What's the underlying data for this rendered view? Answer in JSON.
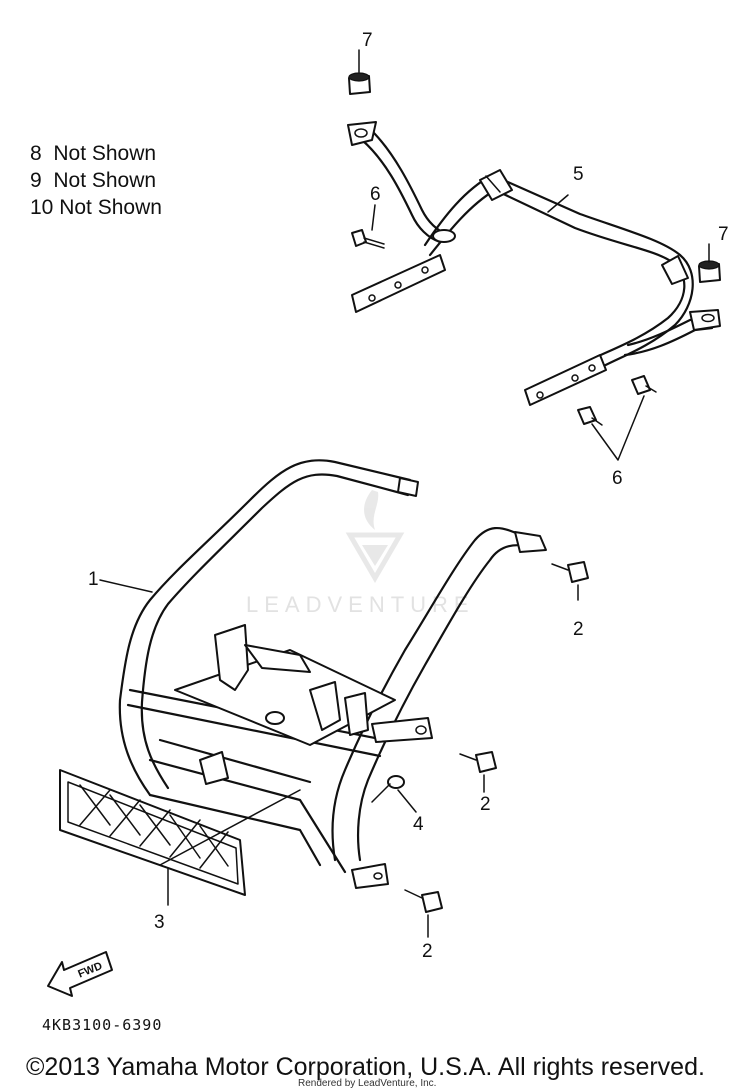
{
  "notes": [
    "8  Not Shown",
    "9  Not Shown",
    "10 Not Shown"
  ],
  "callouts": {
    "c1": "1",
    "c2a": "2",
    "c2b": "2",
    "c2c": "2",
    "c3": "3",
    "c4": "4",
    "c5": "5",
    "c6a": "6",
    "c6b": "6",
    "c7a": "7",
    "c7b": "7"
  },
  "fwd_label": "FWD",
  "part_code": "4KB3100-6390",
  "copyright": "©2013 Yamaha Motor Corporation, U.S.A. All rights reserved.",
  "rendered_by": "Rendered by LeadVenture, Inc.",
  "watermark": "LEADVENTURE"
}
